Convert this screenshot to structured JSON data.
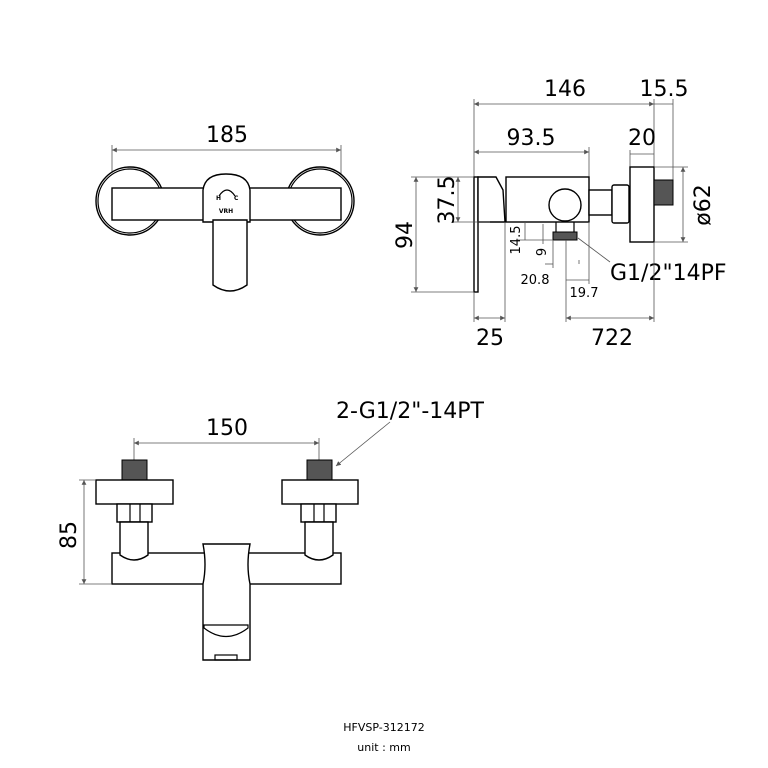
{
  "front_view": {
    "width_dim": "185",
    "logo": "VRH",
    "hot_label": "H",
    "cold_label": "C"
  },
  "side_view": {
    "overall_depth": "146",
    "thread_len": "15.5",
    "body_depth": "93.5",
    "flange_thickness": "20",
    "height": "94",
    "body_height": "37.5",
    "flange_diameter": "ø62",
    "outlet_offset_a": "14.5",
    "outlet_offset_b": "9",
    "outlet_pos_a": "20.8",
    "outlet_pos_b": "19.7",
    "plate_thickness": "25",
    "outlet_to_wall": "722",
    "outlet_thread": "G1/2\"14PF"
  },
  "bottom_view": {
    "inlet_spacing": "150",
    "height": "85",
    "inlet_thread": "2-G1/2\"-14PT"
  },
  "footer": {
    "model": "HFVSP-312172",
    "unit": "unit : mm"
  }
}
